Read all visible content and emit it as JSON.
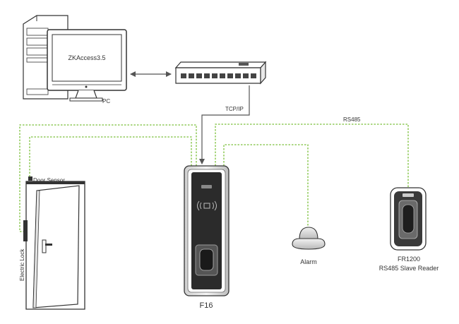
{
  "pc": {
    "screen_text": "ZKAccess3.5",
    "label": "PC"
  },
  "links": {
    "tcp_label": "TCP/IP",
    "rs485_label": "RS485"
  },
  "door": {
    "sensor_label": "Door Sensor",
    "lock_label": "Electric Lock"
  },
  "device": {
    "label": "F16"
  },
  "alarm": {
    "label": "Alarm"
  },
  "reader": {
    "model": "FR1200",
    "description": "RS485 Slave Reader"
  },
  "colors": {
    "green": "#7bbf3a",
    "line": "#555555",
    "outline": "#333333"
  }
}
